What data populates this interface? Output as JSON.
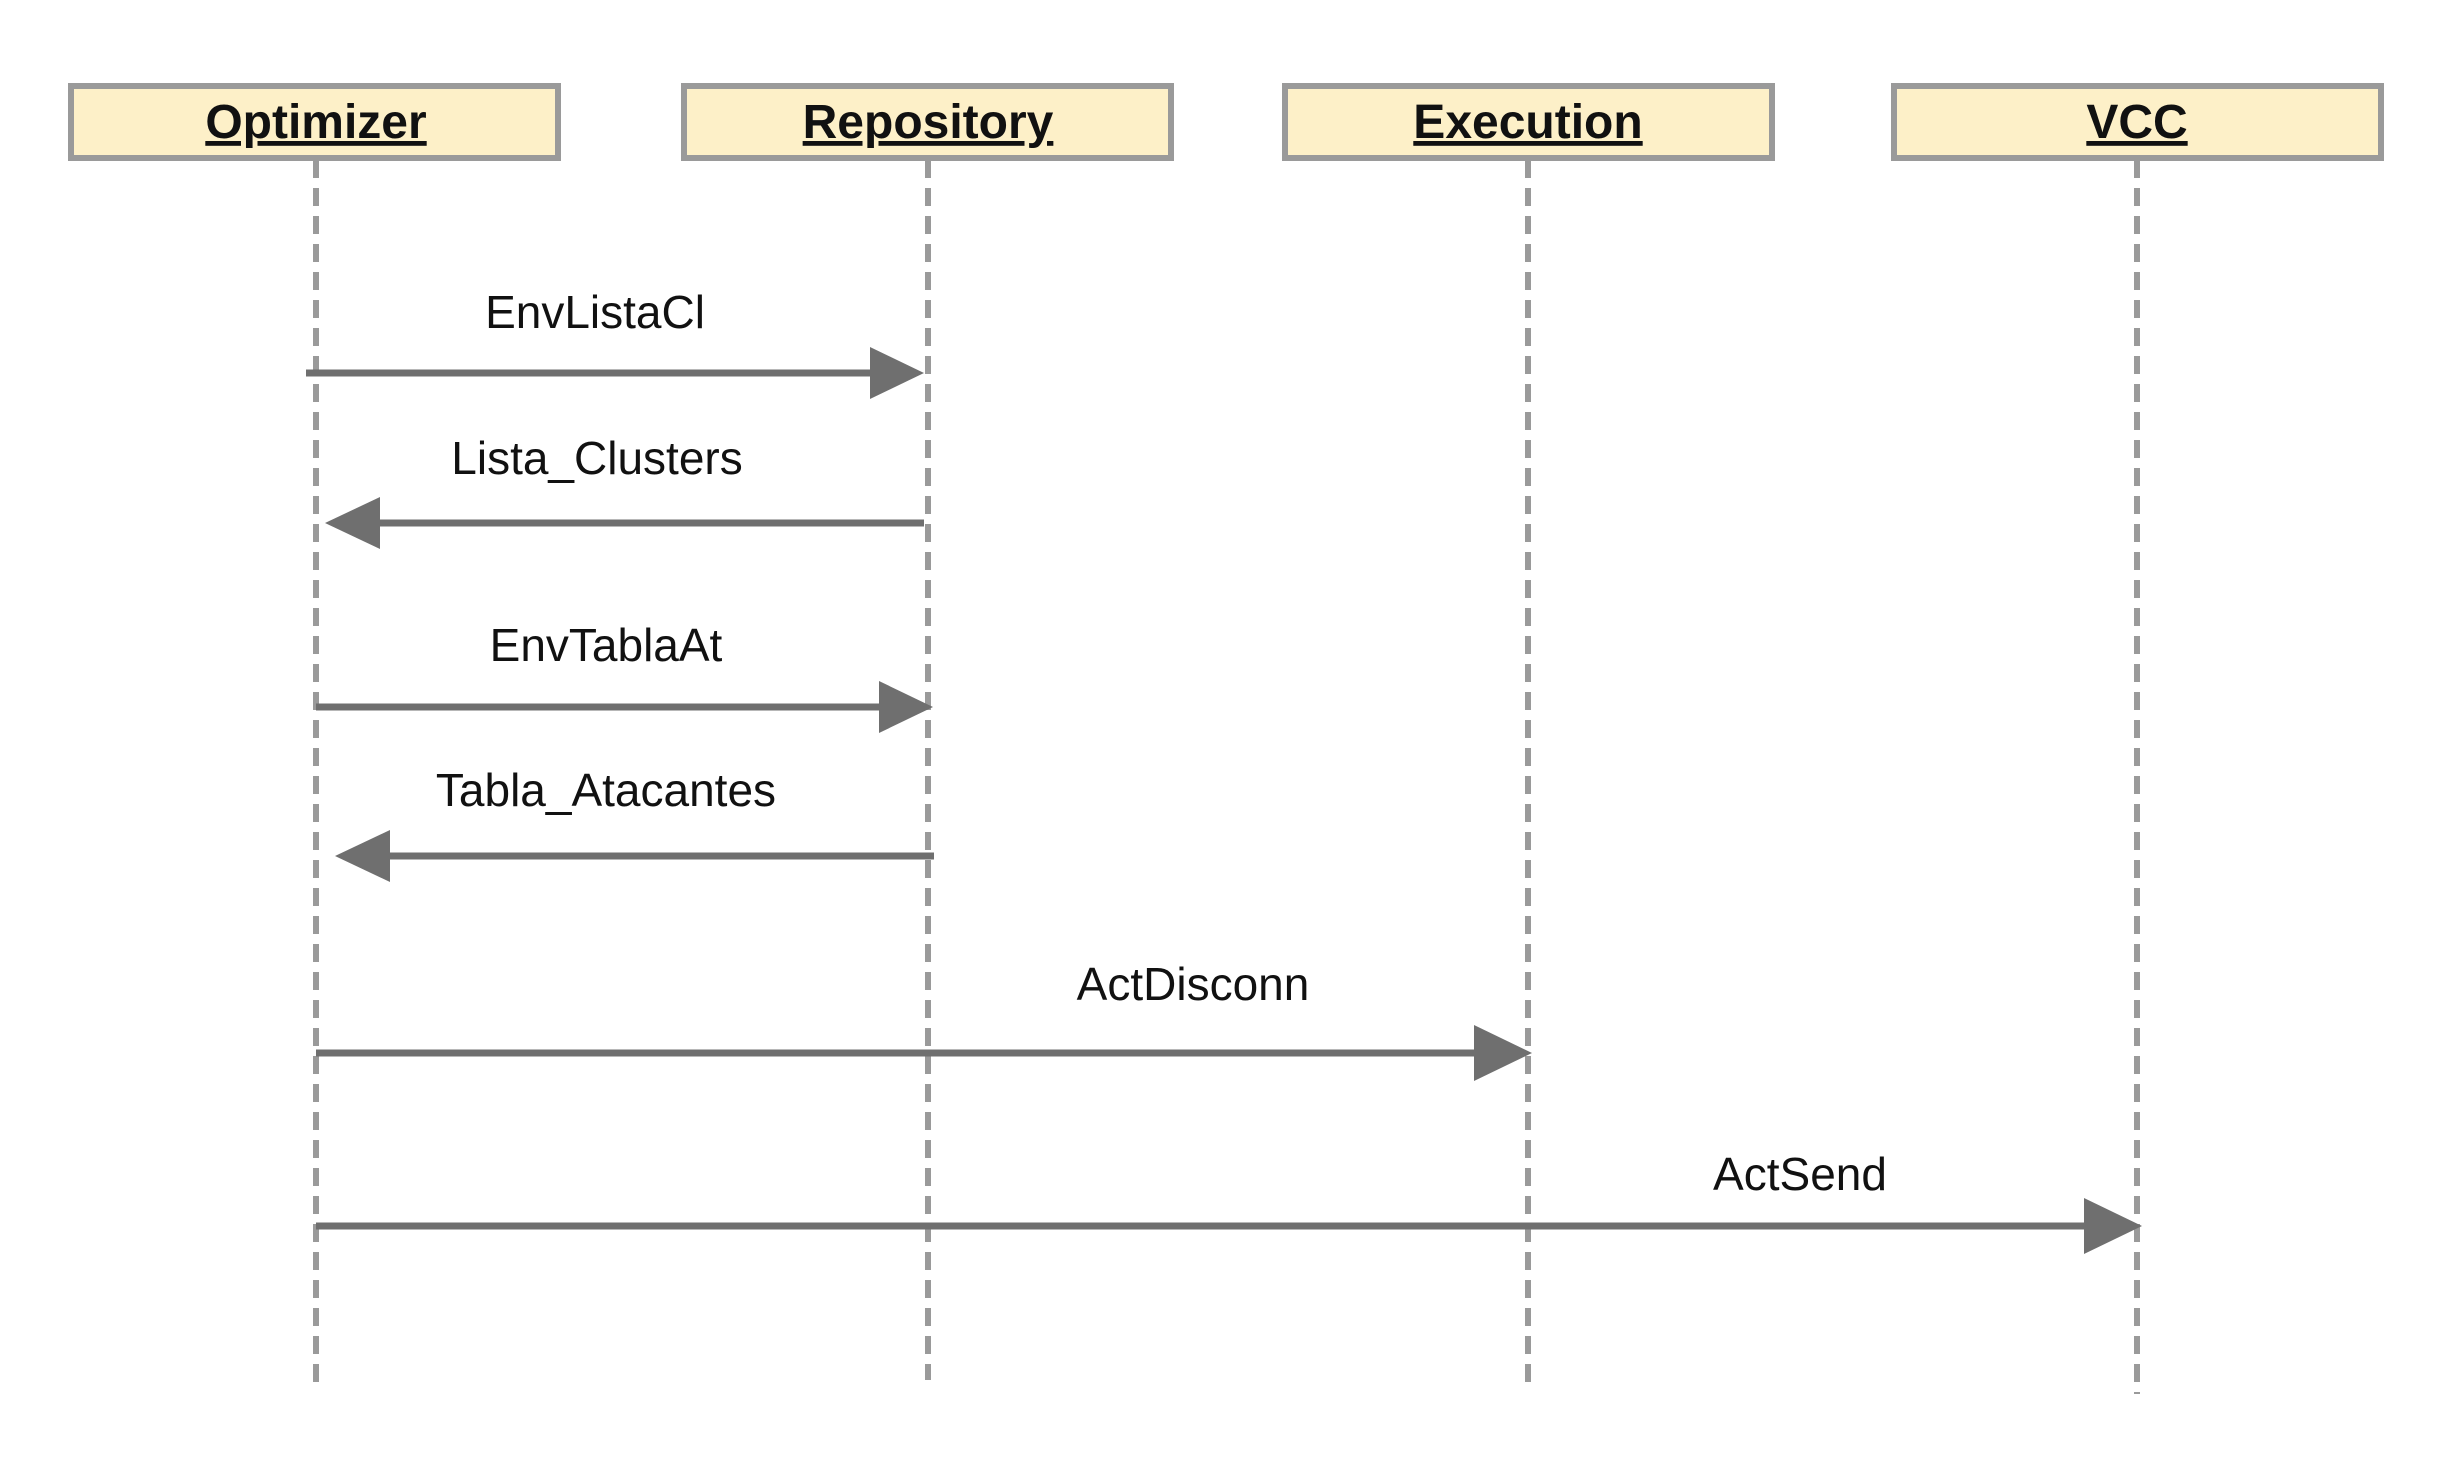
{
  "participants": [
    {
      "id": "optimizer",
      "label": "Optimizer"
    },
    {
      "id": "repository",
      "label": "Repository"
    },
    {
      "id": "execution",
      "label": "Execution"
    },
    {
      "id": "vcc",
      "label": "VCC"
    }
  ],
  "messages": [
    {
      "label": "EnvListaCl",
      "from": "optimizer",
      "to": "repository"
    },
    {
      "label": "Lista_Clusters",
      "from": "repository",
      "to": "optimizer"
    },
    {
      "label": "EnvTablaAt",
      "from": "optimizer",
      "to": "repository"
    },
    {
      "label": "Tabla_Atacantes",
      "from": "repository",
      "to": "optimizer"
    },
    {
      "label": "ActDisconn",
      "from": "optimizer",
      "to": "execution"
    },
    {
      "label": "ActSend",
      "from": "optimizer",
      "to": "vcc"
    }
  ],
  "colors": {
    "box_fill": "#fdf0c8",
    "box_border": "#9a9a9a",
    "arrow": "#6f6f6f"
  }
}
